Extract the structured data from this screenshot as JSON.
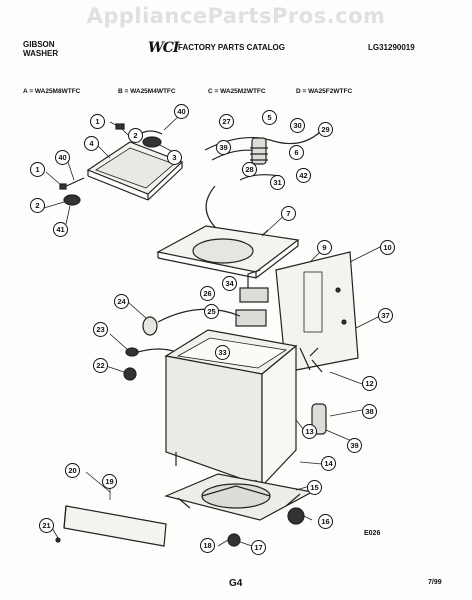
{
  "watermark": "AppliancePartsPros.com",
  "header": {
    "brand_line1": "GIBSON",
    "brand_line2": "WASHER",
    "logo_text": "WCI",
    "catalog": "FACTORY PARTS CATALOG",
    "doc_number": "LG31290019"
  },
  "models": [
    "A = WA25M8WTFC",
    "B = WA25M4WTFC",
    "C = WA25M2WTFC",
    "D = WA25F2WTFC"
  ],
  "callouts": [
    "1",
    "2",
    "3",
    "40",
    "4",
    "1",
    "40",
    "2",
    "41",
    "27",
    "5",
    "30",
    "29",
    "39",
    "6",
    "28",
    "42",
    "31",
    "7",
    "9",
    "10",
    "24",
    "34",
    "26",
    "25",
    "23",
    "33",
    "22",
    "37",
    "12",
    "38",
    "39",
    "13",
    "14",
    "20",
    "19",
    "15",
    "21",
    "16",
    "18",
    "17"
  ],
  "drawing_code": "E026",
  "page": "G4",
  "date": "7/99"
}
